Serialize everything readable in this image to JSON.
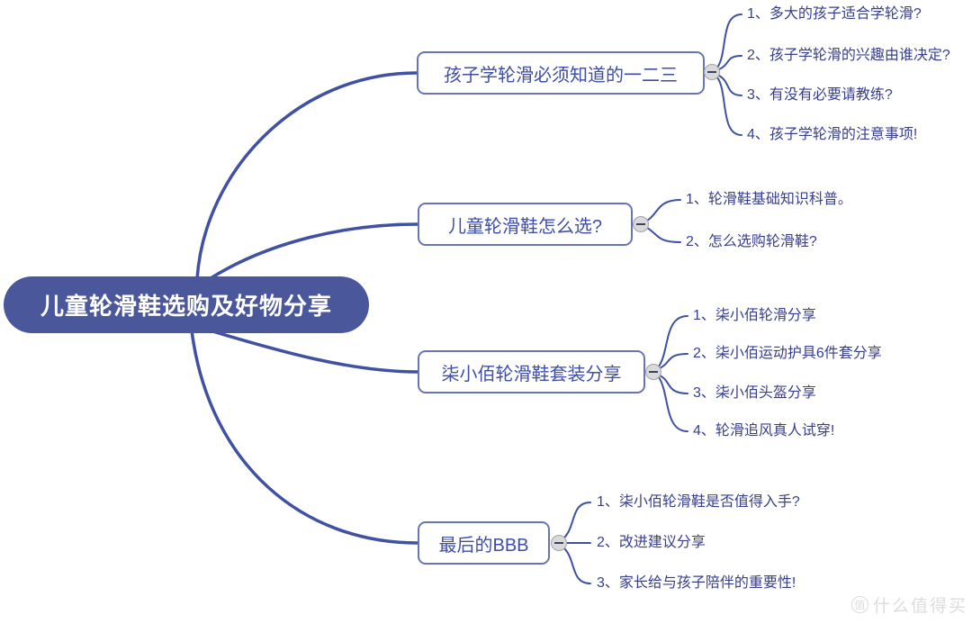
{
  "root": {
    "label": "儿童轮滑鞋选购及好物分享"
  },
  "branches": [
    {
      "label": "孩子学轮滑必须知道的一二三",
      "toggle": "minus",
      "children": [
        "1、多大的孩子适合学轮滑?",
        "2、孩子学轮滑的兴趣由谁决定?",
        "3、有没有必要请教练?",
        "4、孩子学轮滑的注意事项!"
      ]
    },
    {
      "label": "儿童轮滑鞋怎么选?",
      "toggle": "minus",
      "children": [
        "1、轮滑鞋基础知识科普。",
        "2、怎么选购轮滑鞋?"
      ]
    },
    {
      "label": "柒小佰轮滑鞋套装分享",
      "toggle": "minus",
      "children": [
        "1、柒小佰轮滑分享",
        "2、柒小佰运动护具6件套分享",
        "3、柒小佰头盔分享",
        "4、轮滑追风真人试穿!"
      ]
    },
    {
      "label": "最后的BBB",
      "toggle": "minus",
      "children": [
        "1、柒小佰轮滑鞋是否值得入手?",
        "2、改进建议分享",
        "3、家长给与孩子陪伴的重要性!"
      ]
    }
  ],
  "watermark": {
    "logo": "值",
    "text": "什么值得买"
  },
  "colors": {
    "root_fill": "#4b579b",
    "branch_border": "#6974b6",
    "branch_text": "#3f4ea6",
    "leaf_text": "#383e8e",
    "connector": "#3f51a0",
    "toggle_fill": "#d9d9d9",
    "watermark": "#dcdcdc"
  }
}
